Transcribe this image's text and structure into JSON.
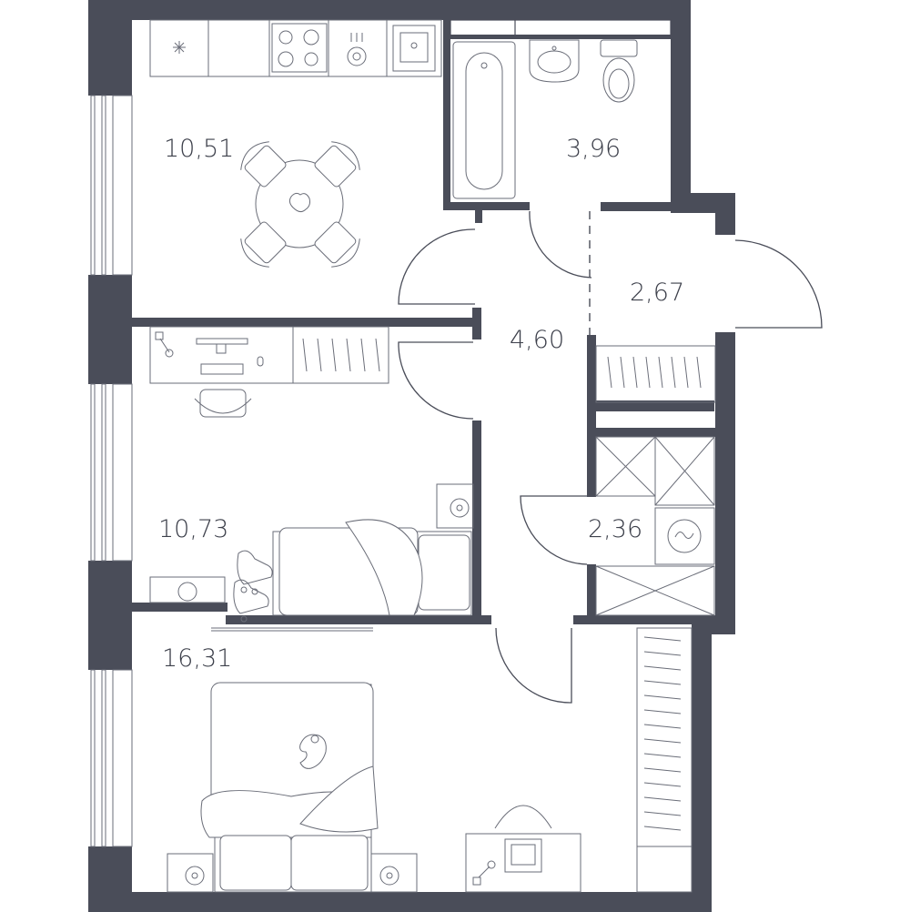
{
  "rooms": {
    "kitchen": {
      "area": "10,51"
    },
    "bathroom": {
      "area": "3,96"
    },
    "hall_small": {
      "area": "2,67"
    },
    "corridor": {
      "area": "4,60"
    },
    "bedroom_small": {
      "area": "10,73"
    },
    "storage": {
      "area": "2,36"
    },
    "bedroom_large": {
      "area": "16,31"
    }
  },
  "colors": {
    "wall": "#4a4d59",
    "furniture_line": "#6a6d78",
    "background": "#ffffff"
  }
}
